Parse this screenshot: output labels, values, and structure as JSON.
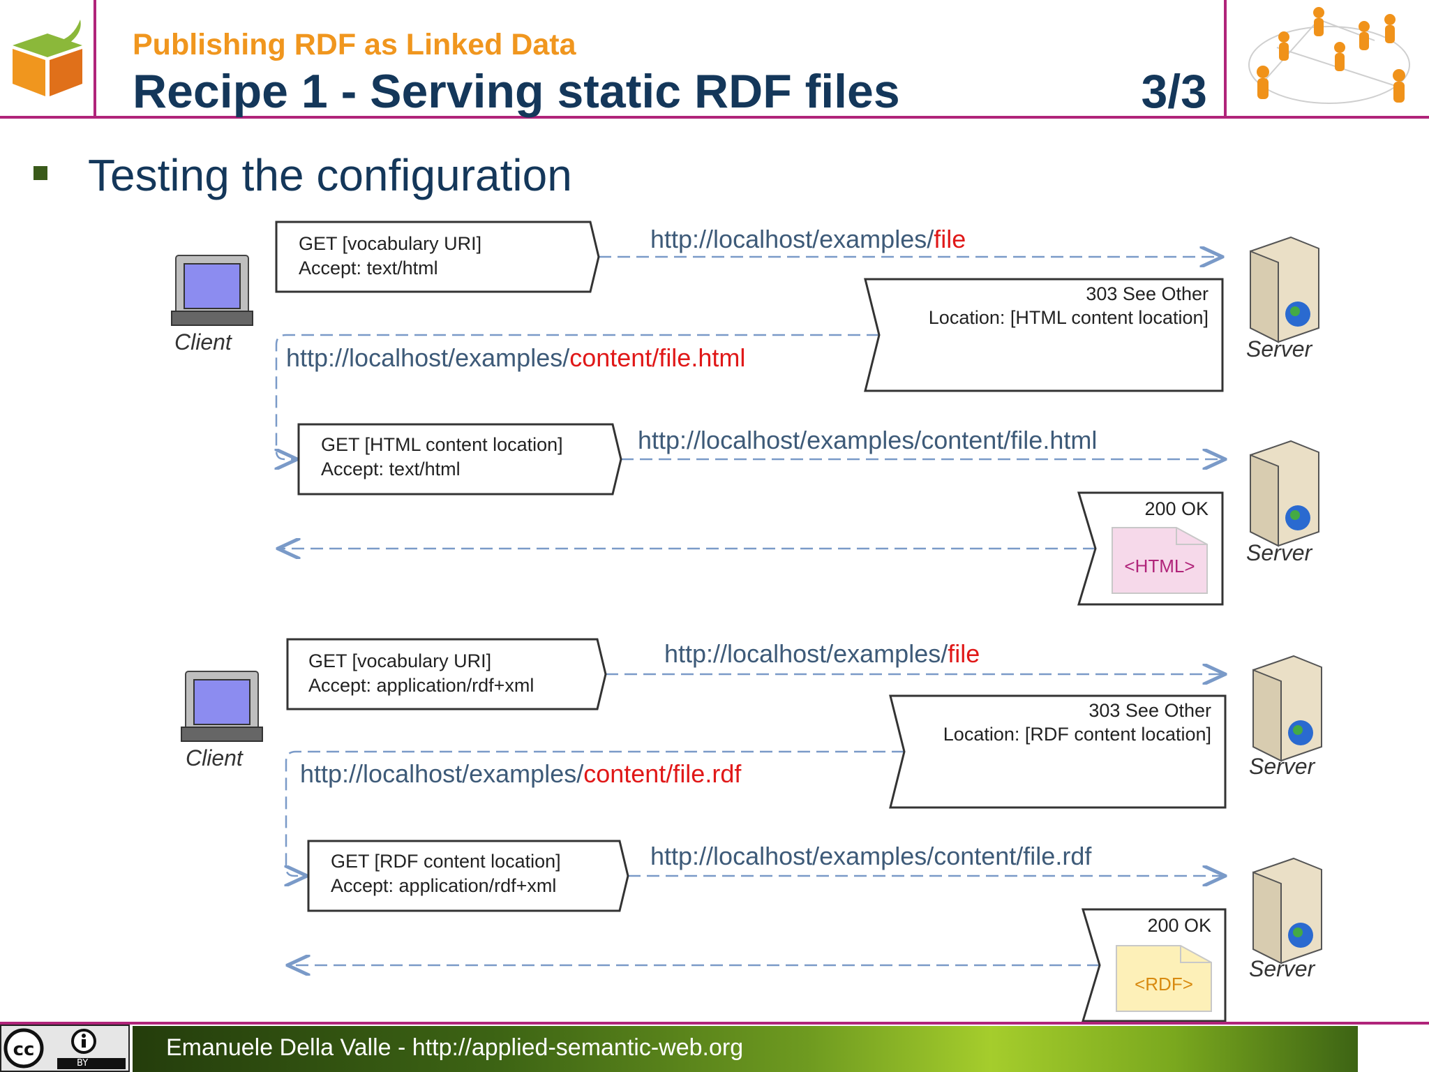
{
  "header": {
    "subtitle": "Publishing RDF as Linked Data",
    "title": "Recipe 1 - Serving static RDF files",
    "page": "3/3"
  },
  "bullet": "Testing the configuration",
  "diagram": {
    "actors": {
      "client": "Client",
      "server": "Server"
    },
    "html_flow": {
      "req1": "GET [vocabulary URI]\nAccept: text/html",
      "url1_prefix": "http://localhost/examples/",
      "url1_hl": "file",
      "resp1_status": "303 See Other",
      "resp1_location": "Location: [HTML content location]",
      "url2_prefix": "http://localhost/examples/",
      "url2_hl": "content/file.html",
      "req2": "GET [HTML content location]\nAccept: text/html",
      "url3": "http://localhost/examples/content/file.html",
      "resp2_status": "200 OK",
      "doc": "<HTML>"
    },
    "rdf_flow": {
      "req1": "GET [vocabulary URI]\nAccept: application/rdf+xml",
      "url1_prefix": "http://localhost/examples/",
      "url1_hl": "file",
      "resp1_status": "303 See Other",
      "resp1_location": "Location: [RDF content location]",
      "url2_prefix": "http://localhost/examples/",
      "url2_hl": "content/file.rdf",
      "req2": "GET [RDF content location]\nAccept: application/rdf+xml",
      "url3": "http://localhost/examples/content/file.rdf",
      "resp2_status": "200 OK",
      "doc": "<RDF>"
    }
  },
  "footer": {
    "text": "Emanuele Della Valle - http://applied-semantic-web.org",
    "license": "BY"
  },
  "colors": {
    "accent": "#b0247a",
    "title": "#14375a",
    "subtitle": "#f0961e",
    "url": "#3d5a78",
    "highlight": "#e01818",
    "arrow": "#7a9ac8"
  }
}
